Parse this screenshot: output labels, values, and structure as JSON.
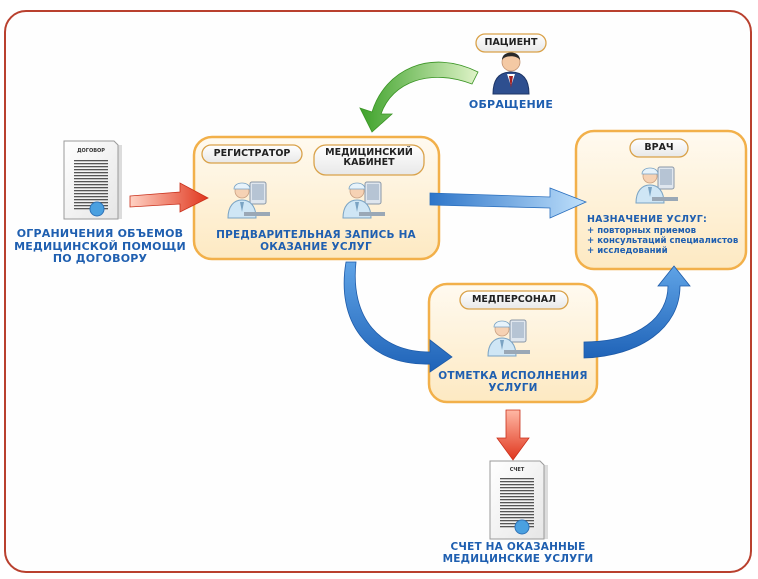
{
  "patient": {
    "tag": "ПАЦИЕНТ",
    "caption": "ОБРАЩЕНИЕ"
  },
  "contract": {
    "doc_title": "ДОГОВОР",
    "caption": "ОГРАНИЧЕНИЯ ОБЪЕМОВ МЕДИЦИНСКОЙ ПОМОЩИ ПО ДОГОВОРУ"
  },
  "registration": {
    "tag_registrar": "РЕГИСТРАТОР",
    "tag_office": "МЕДИЦИНСКИЙ КАБИНЕТ",
    "caption": "ПРЕДВАРИТЕЛЬНАЯ ЗАПИСЬ НА ОКАЗАНИЕ УСЛУГ"
  },
  "doctor": {
    "tag": "ВРАЧ",
    "caption": "НАЗНАЧЕНИЕ УСЛУГ:",
    "items": [
      "повторных приемов",
      "консультаций специалистов",
      "исследований"
    ]
  },
  "staff": {
    "tag": "МЕДПЕРСОНАЛ",
    "caption": "ОТМЕТКА ИСПОЛНЕНИЯ УСЛУГИ"
  },
  "invoice": {
    "doc_title": "СЧЕТ",
    "caption": "СЧЕТ НА ОКАЗАННЫЕ МЕДИЦИНСКИЕ УСЛУГИ"
  },
  "colors": {
    "border": "#b9402e",
    "panel": "#fff4dd",
    "panel_edge": "#f2b04a",
    "text_blue": "#1f5fb0",
    "arrow_blue": "#2f7fd1",
    "arrow_green": "#52b52b",
    "arrow_red": "#e2442a"
  },
  "icons": [
    "patient-person-icon",
    "registrar-person-icon",
    "medical-office-person-icon",
    "doctor-person-icon",
    "nurse-person-icon",
    "contract-document-icon",
    "invoice-document-icon"
  ]
}
